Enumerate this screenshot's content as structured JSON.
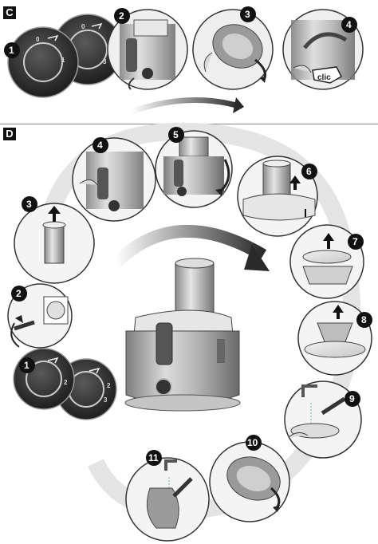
{
  "sections": {
    "c": {
      "label": "C"
    },
    "d": {
      "label": "D"
    }
  },
  "section_c_steps": [
    "1",
    "2",
    "3",
    "4"
  ],
  "section_d_steps": [
    "1",
    "2",
    "3",
    "4",
    "5",
    "6",
    "7",
    "8",
    "9",
    "10",
    "11"
  ],
  "dial": {
    "off": "0",
    "speed_1": "1",
    "speed_2": "2",
    "speed_3": "3"
  },
  "clic_label": "clic",
  "colors": {
    "badge": "#111111",
    "circle_fill": "#e9e9e9",
    "dial_dark": "#3a3a3a",
    "arrow": "#333333"
  }
}
